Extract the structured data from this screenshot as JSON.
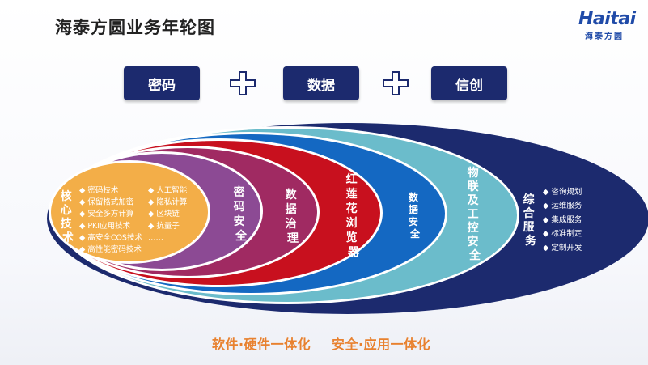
{
  "header": {
    "title": "海泰方圆业务年轮图"
  },
  "logo": {
    "word": "Haitai",
    "cn": "海泰方圆"
  },
  "top_row": {
    "pills": [
      "密码",
      "数据",
      "信创"
    ]
  },
  "rings": [
    {
      "label": "综合服务",
      "color": "#1c2a6e"
    },
    {
      "label": "物联及工控安全",
      "color": "#6bbccb"
    },
    {
      "label": "数据安全",
      "color": "#1468c2"
    },
    {
      "label": "红莲花浏览器",
      "color": "#c8101e"
    },
    {
      "label": "数据治理",
      "color": "#a02a62"
    },
    {
      "label": "密码安全",
      "color": "#8c4a94"
    },
    {
      "label": "核心技术",
      "color": "#f3ae48"
    }
  ],
  "core": {
    "label": "核心技术",
    "items_left": [
      "密码技术",
      "保留格式加密",
      "安全多方计算",
      "PKI应用技术",
      "高安全COS技术",
      "高性能密码技术"
    ],
    "items_right": [
      "人工智能",
      "隐私计算",
      "区块链",
      "抗量子",
      "……"
    ]
  },
  "services": [
    "咨询规划",
    "运维服务",
    "集成服务",
    "标准制定",
    "定制开发"
  ],
  "footer": {
    "left": "软件·硬件一体化",
    "right": "安全·应用一体化"
  },
  "colors": {
    "navy": "#1c2a6e",
    "accent": "#e8812f"
  }
}
